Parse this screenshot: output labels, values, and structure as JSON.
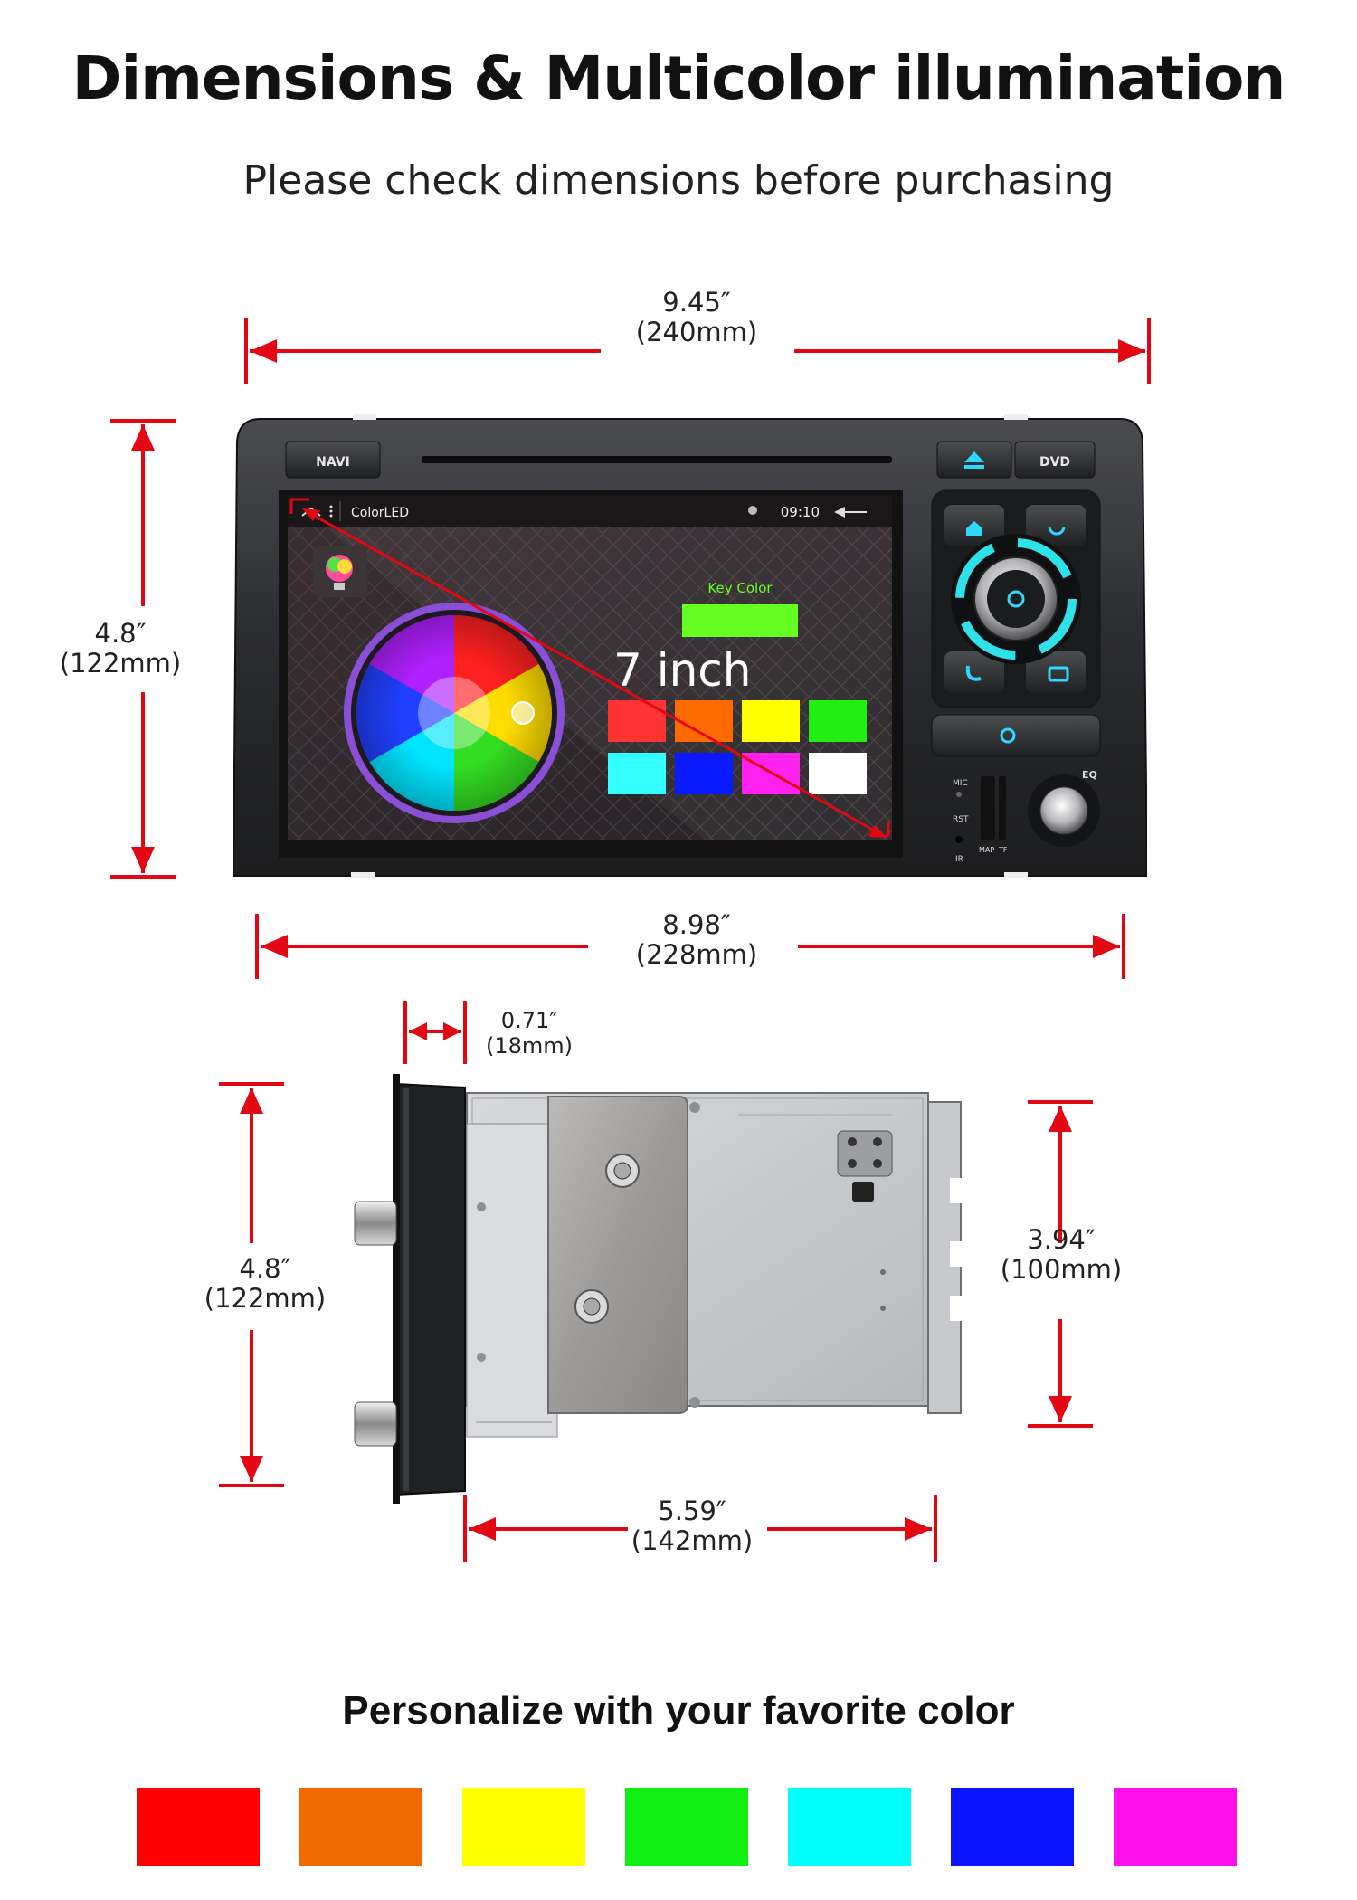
{
  "header": {
    "title": "Dimensions & Multicolor illumination",
    "subtitle": "Please check dimensions before purchasing"
  },
  "dimensions": {
    "top_width": {
      "inch": "9.45″",
      "mm": "(240mm)"
    },
    "front_height": {
      "inch": "4.8″",
      "mm": "(122mm)"
    },
    "bottom_width": {
      "inch": "8.98″",
      "mm": "(228mm)"
    },
    "panel_depth": {
      "inch": "0.71″",
      "mm": "(18mm)"
    },
    "side_height": {
      "inch": "4.8″",
      "mm": "(122mm)"
    },
    "box_height": {
      "inch": "3.94″",
      "mm": "(100mm)"
    },
    "box_depth": {
      "inch": "5.59″",
      "mm": "(142mm)"
    }
  },
  "device": {
    "left_button": "NAVI",
    "right_button": "DVD",
    "app_name": "ColorLED",
    "clock": "09:10",
    "key_color_label": "Key Color",
    "screen_size": "7 inch",
    "small_labels": {
      "mic": "MIC",
      "rst": "RST",
      "ir": "IR",
      "map": "MAP",
      "tf": "TF",
      "eq": "EQ"
    }
  },
  "colors": {
    "arrow": "#e30613",
    "key_color": "#66ff22",
    "screen_grid": [
      "#ff3333",
      "#ff6a00",
      "#ffff00",
      "#22ee11",
      "#33ffff",
      "#0a1aff",
      "#ff22ee",
      "#ffffff"
    ]
  },
  "footer": {
    "title": "Personalize with your favorite color",
    "swatches": [
      "#ff0000",
      "#f06a00",
      "#ffff00",
      "#11ee11",
      "#00ffff",
      "#0a14ff",
      "#ff11ee"
    ]
  }
}
